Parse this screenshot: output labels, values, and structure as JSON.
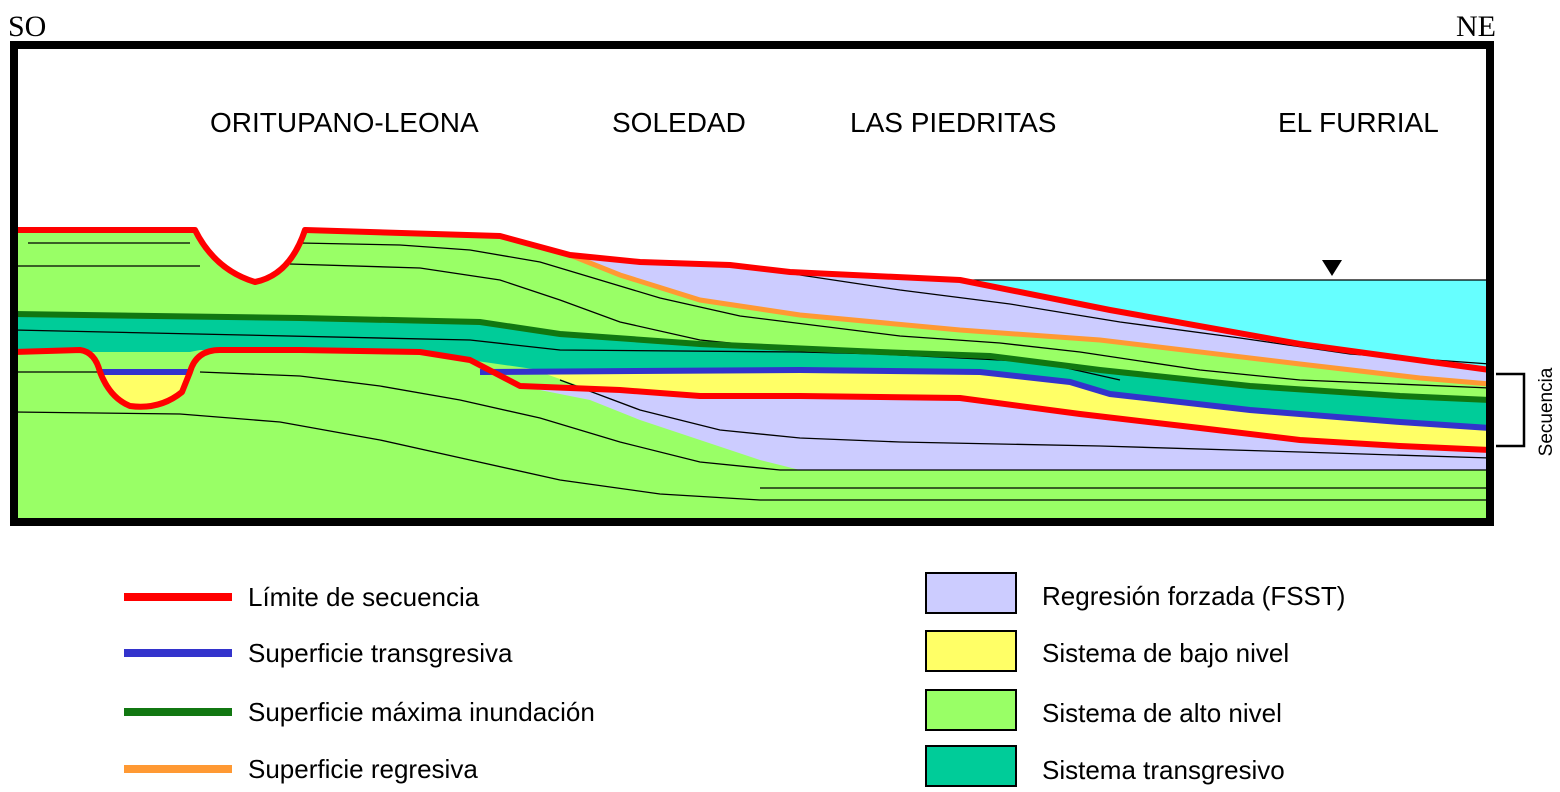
{
  "orientation": {
    "left": "SO",
    "right": "NE"
  },
  "locations": [
    "ORITUPANO-LEONA",
    "SOLEDAD",
    "LAS PIEDRITAS",
    "EL FURRIAL"
  ],
  "bracket_label": "Secuencia",
  "legend_lines": [
    {
      "label": "Límite de secuencia",
      "color": "#ff0000"
    },
    {
      "label": "Superficie transgresiva",
      "color": "#3333cc"
    },
    {
      "label": "Superficie máxima inundación",
      "color": "#117711"
    },
    {
      "label": "Superficie regresiva",
      "color": "#ff9933"
    }
  ],
  "legend_fills": [
    {
      "label": "Regresión forzada (FSST)",
      "color": "#ccccff"
    },
    {
      "label": "Sistema de bajo nivel",
      "color": "#ffff66"
    },
    {
      "label": "Sistema de alto nivel",
      "color": "#99ff66"
    },
    {
      "label": "Sistema transgresivo",
      "color": "#00cc99"
    }
  ],
  "colors": {
    "sea": "#66ffff",
    "frame": "#000000"
  }
}
